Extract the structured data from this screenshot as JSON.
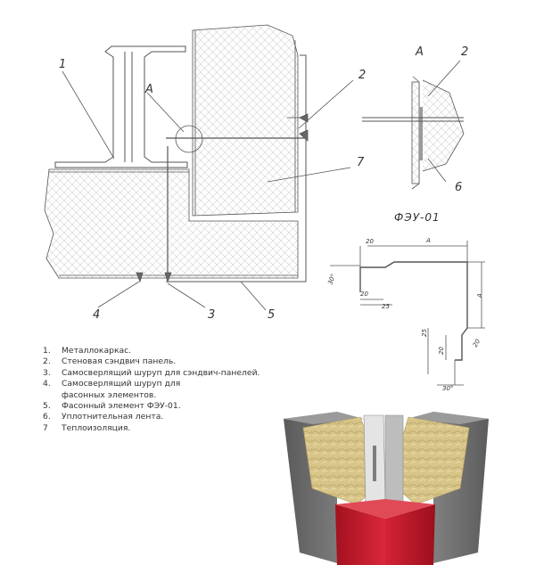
{
  "callouts": {
    "c1": "1",
    "c2": "2",
    "c3": "3",
    "c4": "4",
    "c5": "5",
    "c6": "6",
    "c7": "7",
    "detail_a_main": "A",
    "detail_a_zoom": "A",
    "detail_2_zoom": "2"
  },
  "profile": {
    "title": "ФЭУ-01",
    "dims": {
      "d20_top": "20",
      "a_top": "A",
      "d30_left": "30°",
      "d20_left": "20",
      "d25_left": "25",
      "a_right": "A",
      "d25_bottom": "25",
      "d20_bottom": "20",
      "d20_right": "20",
      "d30_bottom": "30°"
    }
  },
  "legend": [
    {
      "num": "1.",
      "text": "Металлокаркас."
    },
    {
      "num": "2.",
      "text": "Стеновая сэндвич панель."
    },
    {
      "num": "3.",
      "text": "Самосверлящий шуруп для сэндвич-панелей."
    },
    {
      "num": "4.",
      "text": "Самосверлящий шуруп для"
    },
    {
      "num": "",
      "text": "фасонных элементов."
    },
    {
      "num": "5.",
      "text": "Фасонный элемент ФЭУ-01."
    },
    {
      "num": "6.",
      "text": "Уплотнительная лента."
    },
    {
      "num": "7",
      "text": "Теплоизоляция."
    }
  ],
  "colors": {
    "line": "#555555",
    "hatch": "#c9c9c9",
    "panel_gray": "#6e6e6e",
    "insulation": "#d9c48a",
    "corner_red": "#c0192a"
  }
}
